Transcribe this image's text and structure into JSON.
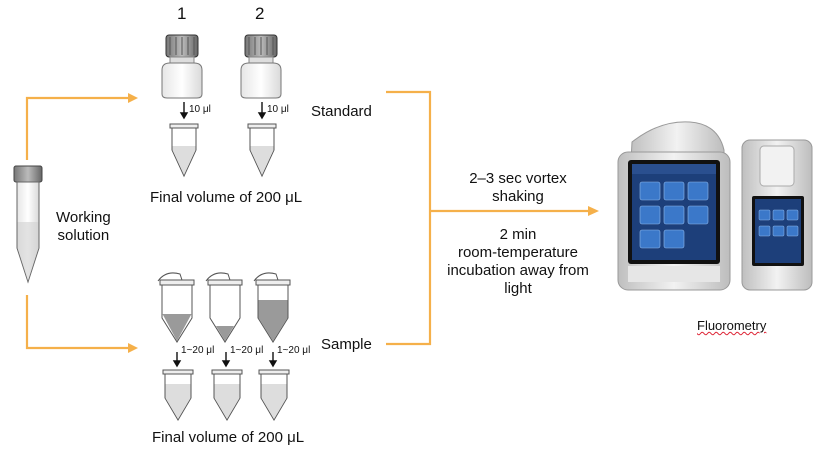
{
  "labels": {
    "bottle1": "1",
    "bottle2": "2",
    "standard": "Standard",
    "sample": "Sample",
    "working_line1": "Working",
    "working_line2": "solution",
    "final_volume_top": "Final volume of 200 μL",
    "final_volume_bottom": "Final volume of 200 μL",
    "vol_10_a": "10 μl",
    "vol_10_b": "10 μl",
    "vol_1_20_a": "1~20 μl",
    "vol_1_20_b": "1~20 μl",
    "vol_1_20_c": "1~20 μl",
    "step1_line1": "2–3 sec vortex",
    "step1_line2": "shaking",
    "step2_line1": "2 min",
    "step2_line2": "room-temperature",
    "step2_line3": "incubation away from",
    "step2_line4": "light",
    "fluorometry": "Fluorometry"
  },
  "colors": {
    "arrow": "#f5b04a",
    "ink": "#111111",
    "device_frame": "#d9d9d9",
    "screen": "#1d3f7a",
    "tile": "#3b78c9"
  },
  "icons": [
    "bottle-icon",
    "tube-icon",
    "arrow-down-icon",
    "fluorometer-icon"
  ]
}
